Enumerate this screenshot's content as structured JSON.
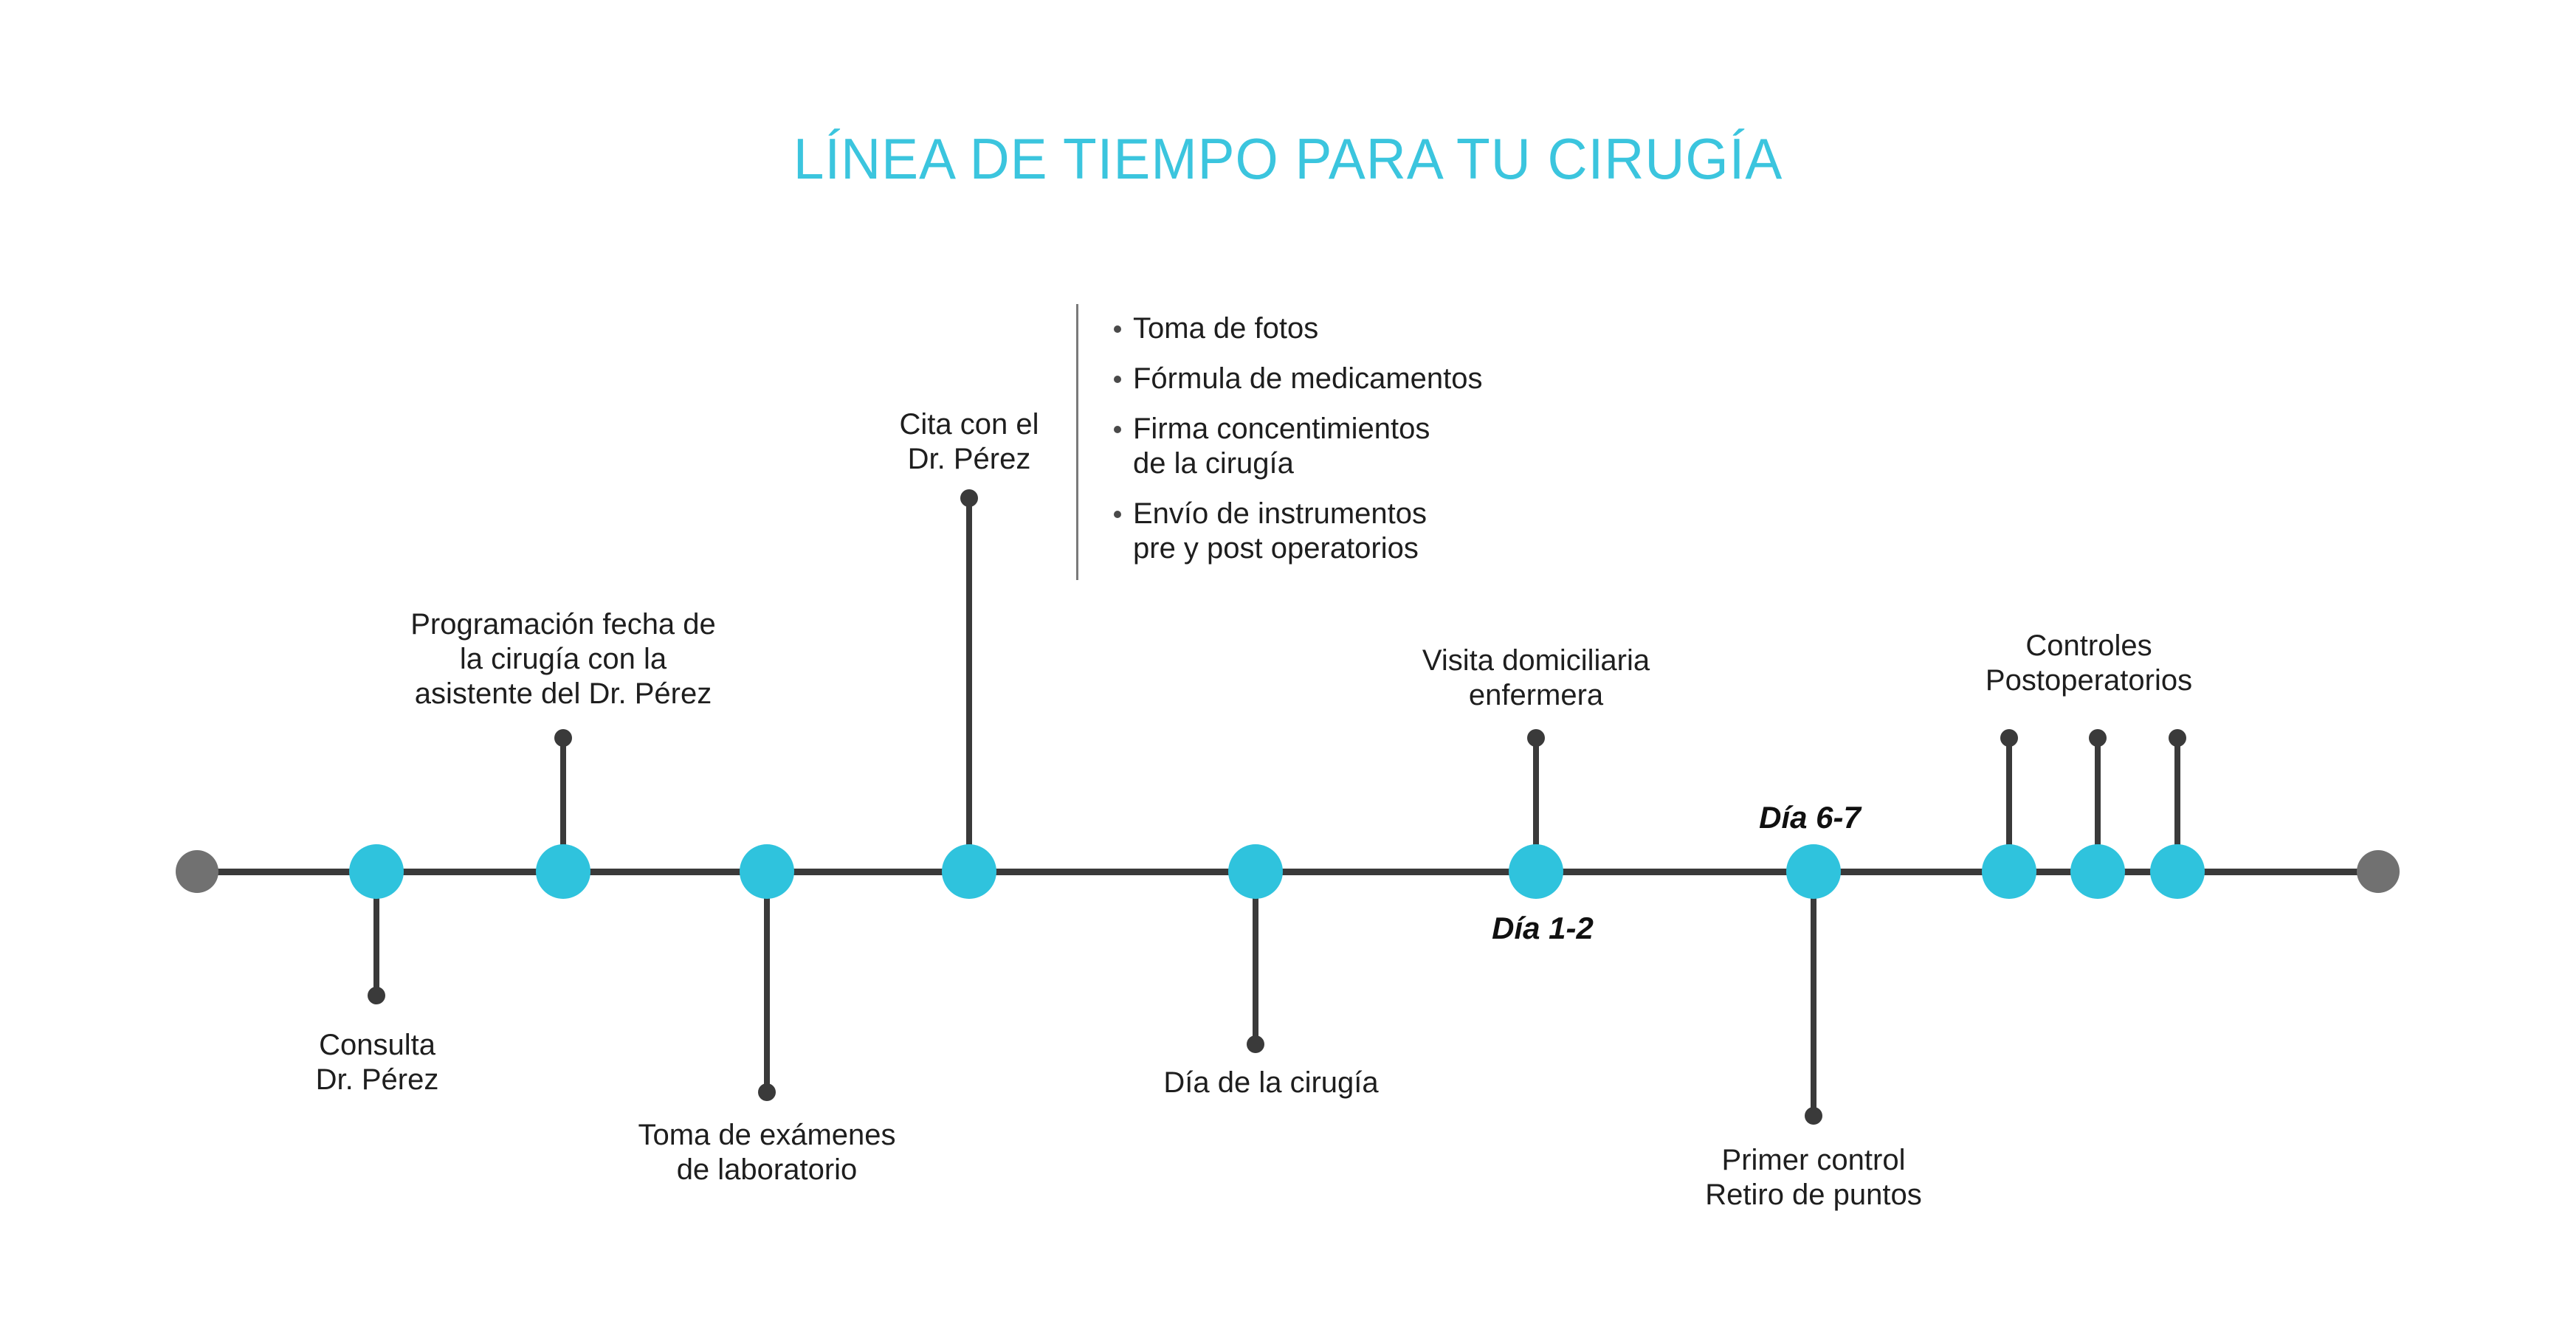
{
  "title": "LÍNEA DE TIEMPO PARA TU CIRUGÍA",
  "colors": {
    "accent_cyan": "#2FC3DD",
    "title_cyan": "#3BC5DE",
    "line_dark": "#3A3A3A",
    "endpoint_gray": "#717171",
    "text_dark": "#1E1E1E",
    "divider_gray": "#7A7A7A"
  },
  "events": [
    {
      "id": "consulta",
      "lines": [
        "Consulta",
        "Dr. Pérez"
      ]
    },
    {
      "id": "programacion",
      "lines": [
        "Programación fecha de",
        "la cirugía con la",
        "asistente del Dr. Pérez"
      ]
    },
    {
      "id": "examenes",
      "lines": [
        "Toma de exámenes",
        "de laboratorio"
      ]
    },
    {
      "id": "cita",
      "lines": [
        "Cita con el",
        "Dr. Pérez"
      ]
    },
    {
      "id": "cirugia",
      "lines": [
        "Día de la cirugía"
      ]
    },
    {
      "id": "visita",
      "lines": [
        "Visita domiciliaria",
        "enfermera"
      ]
    },
    {
      "id": "primer_control",
      "lines": [
        "Primer control",
        "Retiro de puntos"
      ]
    },
    {
      "id": "controles",
      "lines": [
        "Controles",
        "Postoperatorios"
      ]
    }
  ],
  "day_labels": {
    "dia_1_2": "Día 1-2",
    "dia_6_7": "Día 6-7"
  },
  "cita_details": {
    "items": [
      {
        "lines": [
          "Toma de fotos"
        ]
      },
      {
        "lines": [
          "Fórmula de medicamentos"
        ]
      },
      {
        "lines": [
          "Firma concentimientos",
          "de la cirugía"
        ]
      },
      {
        "lines": [
          "Envío de instrumentos",
          "pre y post operatorios"
        ]
      }
    ]
  }
}
